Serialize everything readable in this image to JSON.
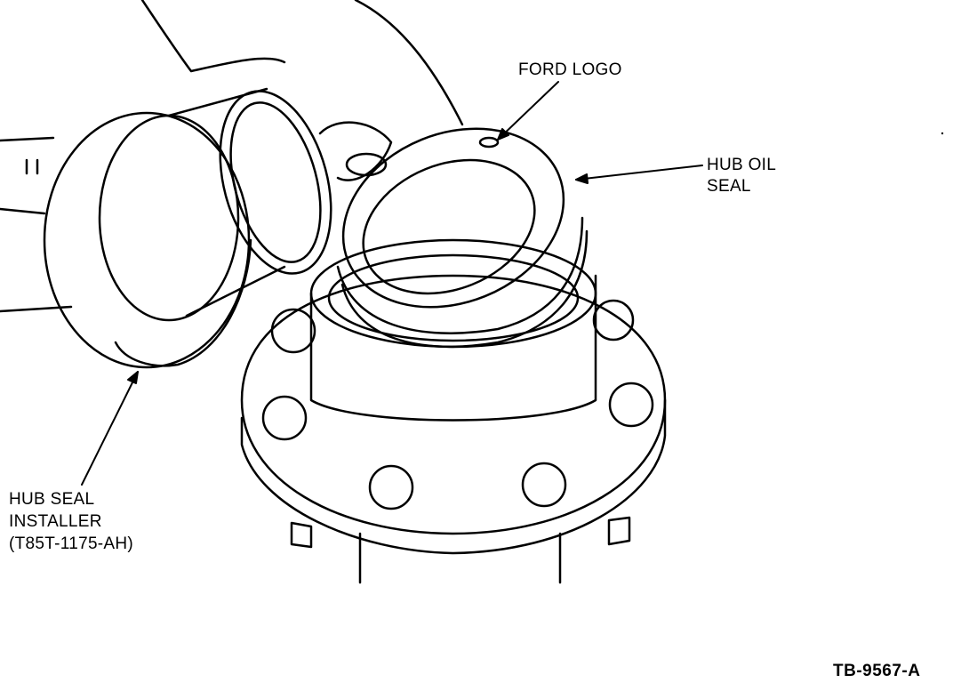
{
  "labels": {
    "ford_logo": "FORD LOGO",
    "hub_oil_seal": [
      "HUB OIL",
      "SEAL"
    ],
    "hub_seal_installer": [
      "HUB SEAL",
      "INSTALLER",
      "(T85T-1175-AH)"
    ]
  },
  "figure_id": "TB-9567-A"
}
